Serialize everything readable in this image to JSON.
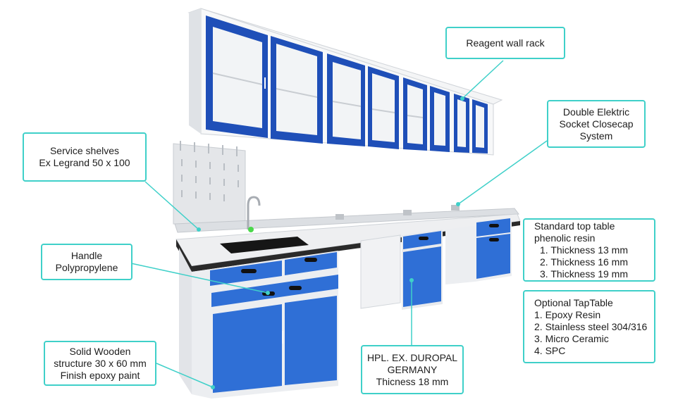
{
  "colors": {
    "accent_line": "#3fd0c9",
    "cabinet_blue": "#2f6fd6",
    "frame_blue": "#1f4fb8",
    "body_grey": "#e9eaec",
    "top_dark": "#2a2a2a"
  },
  "callouts": {
    "reagent_rack": {
      "lines": [
        "Reagent wall rack"
      ]
    },
    "socket": {
      "lines": [
        "Double Elektric",
        "Socket Closecap",
        "System"
      ]
    },
    "service_shelves": {
      "lines": [
        "Service shelves",
        "Ex Legrand 50 x 100"
      ]
    },
    "handle": {
      "lines": [
        "Handle",
        "Polypropylene"
      ]
    },
    "solid_wooden": {
      "lines": [
        "Solid Wooden",
        "structure 30 x 60 mm",
        "Finish epoxy paint"
      ]
    },
    "hpl": {
      "lines": [
        "HPL. EX. DUROPAL",
        "GERMANY",
        "Thicness 18 mm"
      ]
    },
    "top_table": {
      "heading": [
        "Standard top table",
        "phenolic resin"
      ],
      "items": [
        "1. Thickness 13 mm",
        "2. Thickness 16 mm",
        "3. Thickness 19 mm"
      ]
    },
    "optional": {
      "heading": [
        "Optional TapTable"
      ],
      "items": [
        "1. Epoxy Resin",
        "2. Stainless steel 304/316",
        "3. Micro Ceramic",
        "4. SPC"
      ]
    }
  }
}
